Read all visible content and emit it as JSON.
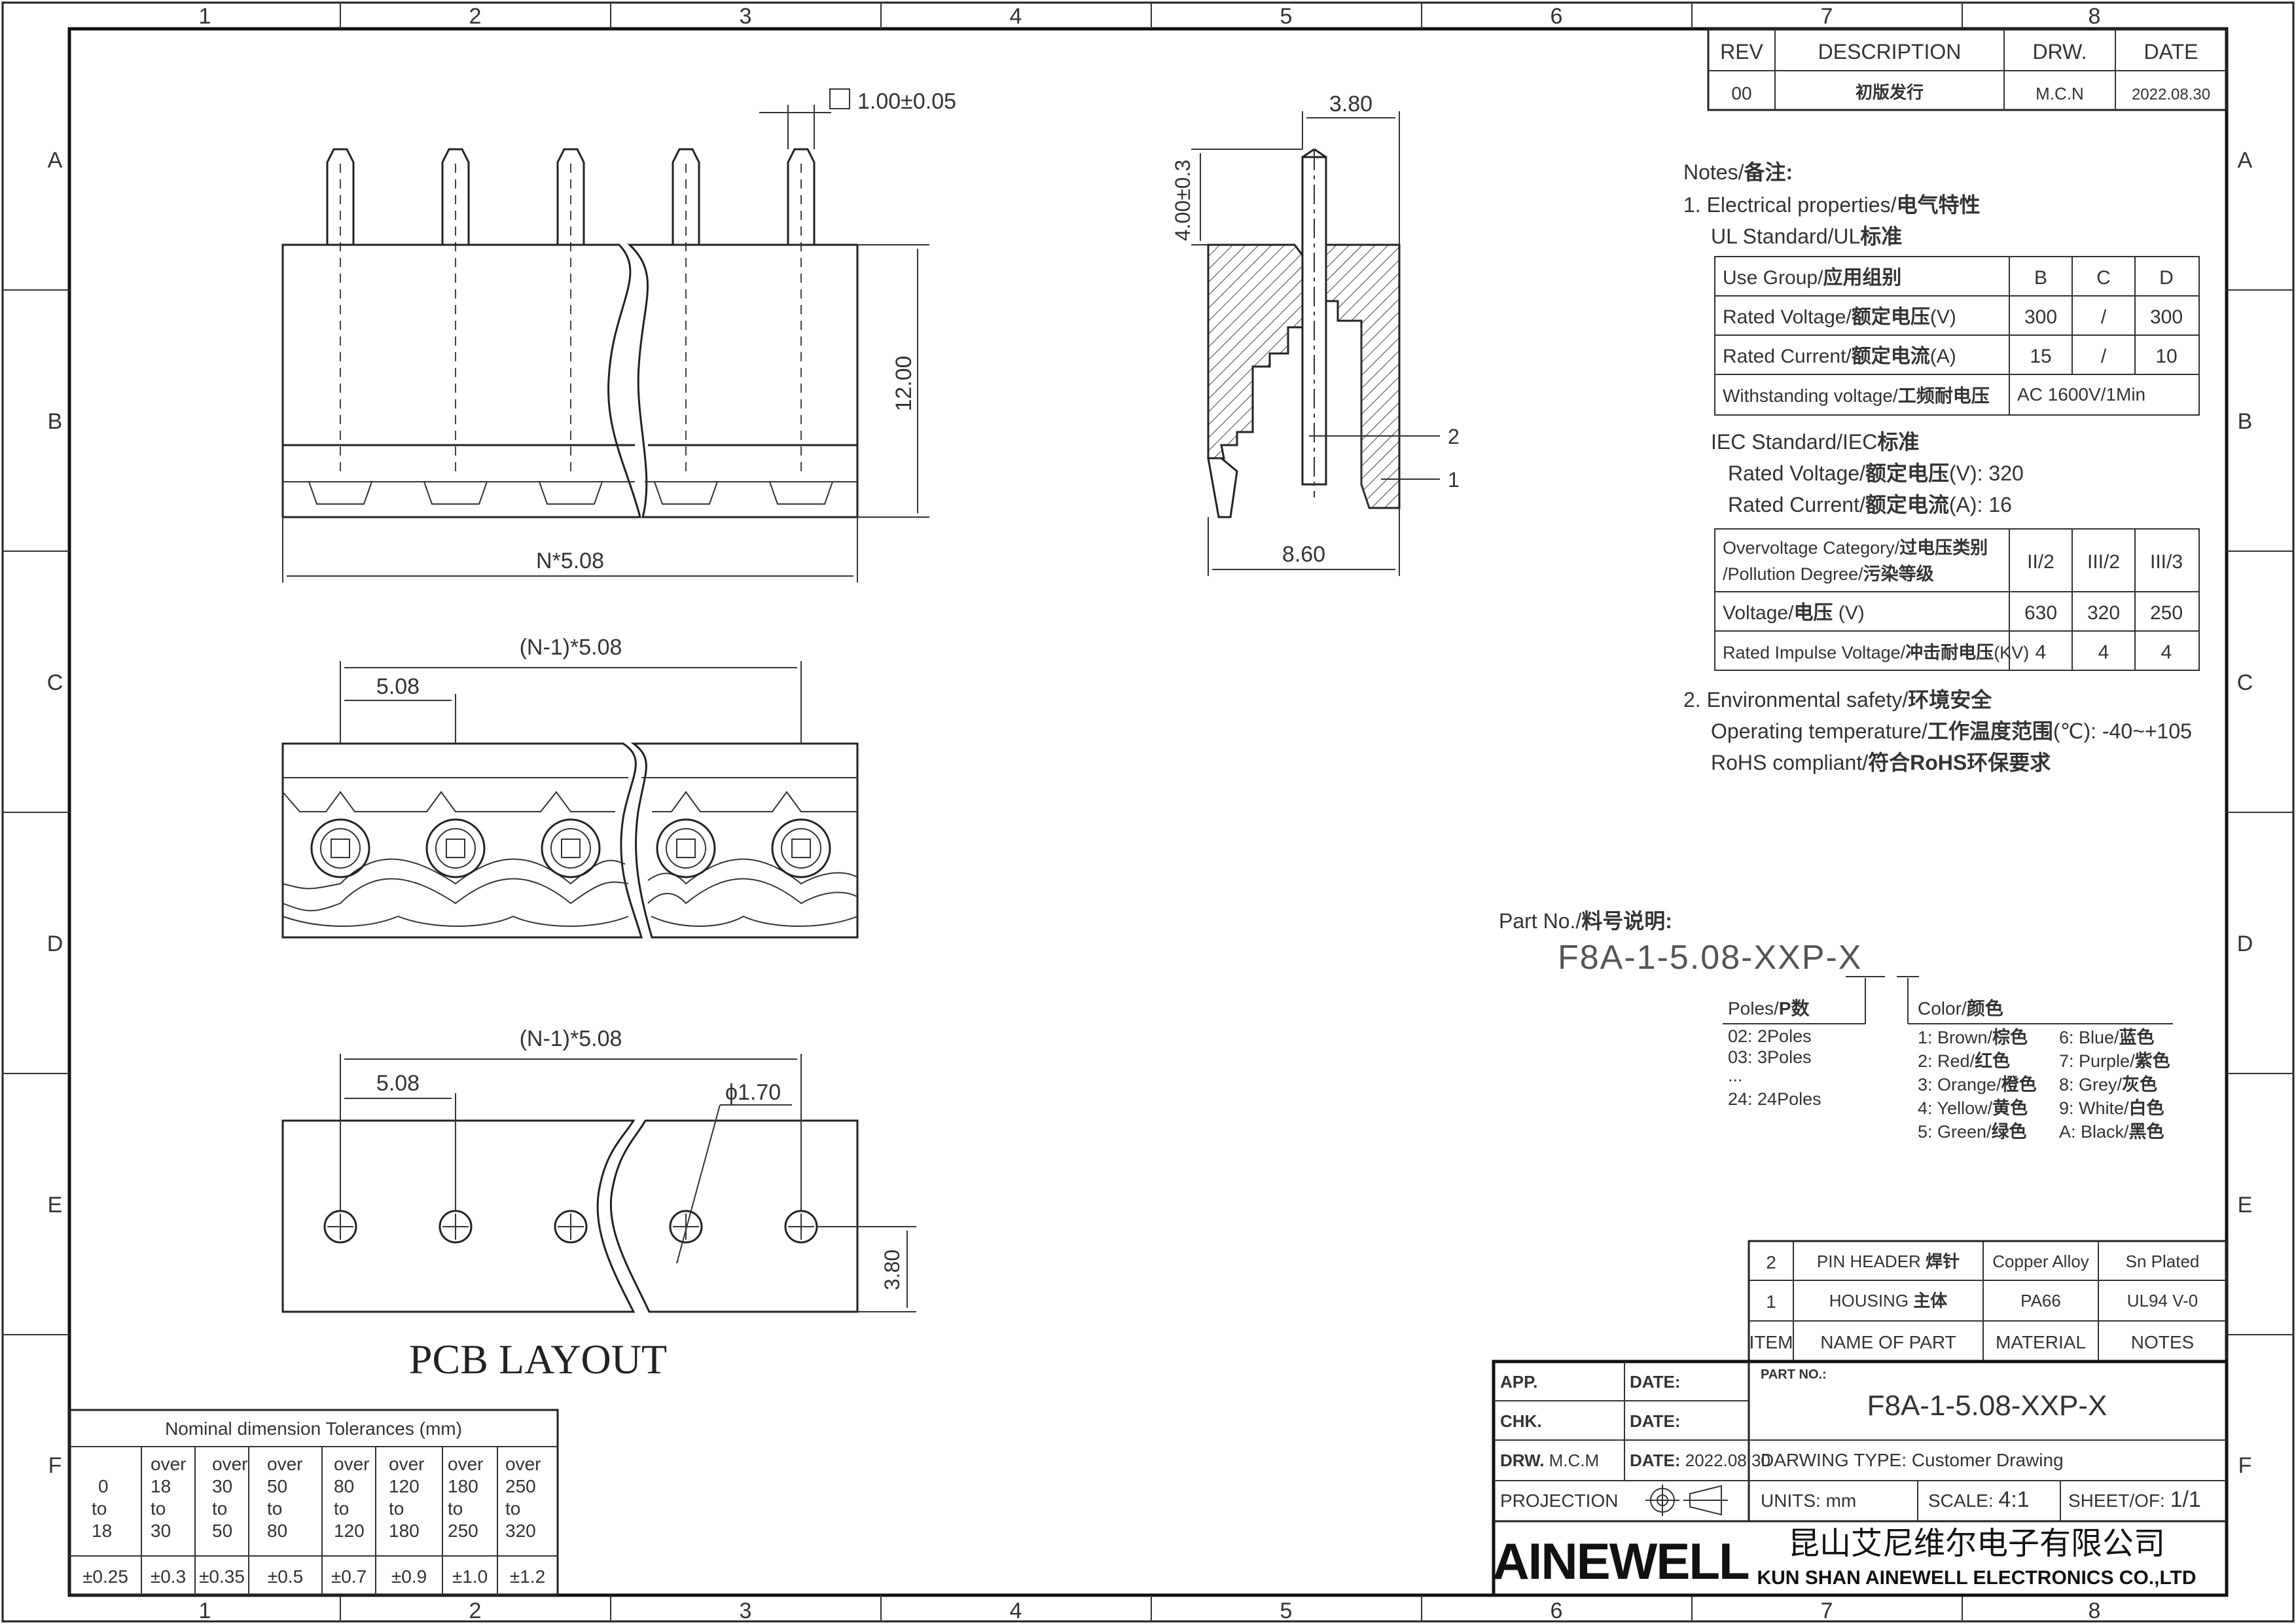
{
  "frame": {
    "columns": [
      "1",
      "2",
      "3",
      "4",
      "5",
      "6",
      "7",
      "8"
    ],
    "rows": [
      "A",
      "B",
      "C",
      "D",
      "E",
      "F"
    ]
  },
  "revision": {
    "headers": [
      "REV",
      "DESCRIPTION",
      "DRW.",
      "DATE"
    ],
    "rows": [
      [
        "00",
        "初版发行",
        "M.C.N",
        "2022.08.30"
      ]
    ]
  },
  "dims": {
    "pin_square": "1.00±0.05",
    "height": "12.00",
    "length": "N*5.08",
    "side_top": "3.80",
    "side_pin": "4.00±0.3",
    "side_width": "8.60",
    "callout_2": "2",
    "callout_1": "1",
    "top_span": "(N-1)*5.08",
    "top_pitch": "5.08",
    "pcb_span": "(N-1)*5.08",
    "pcb_pitch": "5.08",
    "pcb_hole": "ϕ1.70",
    "pcb_row": "3.80"
  },
  "pcb_title": "PCB LAYOUT",
  "notes": {
    "title_en": "Notes/",
    "title_cn": "备注:",
    "s1_en": "1. Electrical properties/",
    "s1_cn": "电气特性",
    "ul_en": "UL Standard/UL",
    "ul_cn": "标准",
    "ul_table": [
      {
        "en": "Use Group/",
        "cn": "应用组别",
        "values": [
          "B",
          "C",
          "D"
        ]
      },
      {
        "en": "Rated Voltage/",
        "cn": "额定电压",
        "unit": "(V)",
        "values": [
          "300",
          "/",
          "300"
        ]
      },
      {
        "en": "Rated Current/",
        "cn": "额定电流",
        "unit": "(A)",
        "values": [
          "15",
          "/",
          "10"
        ]
      },
      {
        "en": "Withstanding voltage/",
        "cn": "工频耐电压",
        "values": [
          "AC 1600V/1Min"
        ]
      }
    ],
    "iec_en": "IEC Standard/IEC",
    "iec_cn": "标准",
    "iec_v_en": "Rated Voltage/",
    "iec_v_cn": "额定电压",
    "iec_v_val": "(V):  320",
    "iec_a_en": "Rated Current/",
    "iec_a_cn": "额定电流",
    "iec_a_val": "(A):   16",
    "iec_table": [
      {
        "en1": "Overvoltage Category/",
        "cn1": "过电压类别",
        "en2": "/Pollution Degree/",
        "cn2": "污染等级",
        "values": [
          "II/2",
          "III/2",
          "III/3"
        ]
      },
      {
        "en": "Voltage/",
        "cn": "电压",
        "unit": " (V)",
        "values": [
          "630",
          "320",
          "250"
        ]
      },
      {
        "en": "Rated Impulse Voltage/",
        "cn": "冲击耐电压",
        "unit": "(KV)",
        "values": [
          "4",
          "4",
          "4"
        ]
      }
    ],
    "s2_en": "2. Environmental safety/",
    "s2_cn": "环境安全",
    "temp_en": "Operating temperature/",
    "temp_cn": "工作温度范围",
    "temp_val": "(℃):  -40~+105",
    "rohs_en": "RoHS compliant/",
    "rohs_cn": "符合RoHS环保要求"
  },
  "partno": {
    "label_en": "Part No./",
    "label_cn": "料号说明:",
    "code": "F8A-1-5.08-XXP-X",
    "poles_en": "Poles/",
    "poles_cn": "P数",
    "poles": [
      "02: 2Poles",
      "03: 3Poles",
      "...",
      "24: 24Poles"
    ],
    "color_en": "Color/",
    "color_cn": "颜色",
    "colors": [
      {
        "en": "1: Brown/",
        "cn": "棕色"
      },
      {
        "en": "2: Red/",
        "cn": "红色"
      },
      {
        "en": "3: Orange/",
        "cn": "橙色"
      },
      {
        "en": "4: Yellow/",
        "cn": "黄色"
      },
      {
        "en": "5: Green/",
        "cn": "绿色"
      },
      {
        "en": "6: Blue/",
        "cn": "蓝色"
      },
      {
        "en": "7: Purple/",
        "cn": "紫色"
      },
      {
        "en": "8: Grey/",
        "cn": "灰色"
      },
      {
        "en": "9: White/",
        "cn": "白色"
      },
      {
        "en": "A: Black/",
        "cn": "黑色"
      }
    ]
  },
  "bom": {
    "rows": [
      [
        "2",
        "PIN HEADER",
        "焊针",
        "Copper Alloy",
        "Sn Plated"
      ],
      [
        "1",
        "HOUSING",
        "主体",
        "PA66",
        "UL94 V-0"
      ]
    ],
    "headers": [
      "ITEM",
      "NAME OF PART",
      "MATERIAL",
      "NOTES"
    ]
  },
  "title_block": {
    "app": "APP.",
    "chk": "CHK.",
    "drw": "DRW.",
    "drw_name": "M.C.M",
    "date": "DATE:",
    "drw_date": "2022.08.30",
    "projection": "PROJECTION",
    "partno_label": "PART NO.:",
    "partno": "F8A-1-5.08-XXP-X",
    "drawing_type_label": "DARWING TYPE:",
    "drawing_type": "Customer Drawing",
    "units_label": "UNITS:",
    "units": "mm",
    "scale_label": "SCALE:",
    "scale": "4:1",
    "sheet_label": "SHEET/OF:",
    "sheet": "1/1",
    "logo": "AINEWELL",
    "company_cn": "昆山艾尼维尔电子有限公司",
    "company_en": "KUN SHAN AINEWELL ELECTRONICS CO.,LTD"
  },
  "tolerance": {
    "title": "Nominal  dimension  Tolerances  (mm)",
    "ranges": [
      [
        "0",
        "to",
        "18"
      ],
      [
        "over",
        "18",
        "to",
        "30"
      ],
      [
        "over",
        "30",
        "to",
        "50"
      ],
      [
        "over",
        "50",
        "to",
        "80"
      ],
      [
        "over",
        "80",
        "to",
        "120"
      ],
      [
        "over",
        "120",
        "to",
        "180"
      ],
      [
        "over",
        "180",
        "to",
        "250"
      ],
      [
        "over",
        "250",
        "to",
        "320"
      ]
    ],
    "values": [
      "±0.25",
      "±0.3",
      "±0.35",
      "±0.5",
      "±0.7",
      "±0.9",
      "±1.0",
      "±1.2"
    ]
  }
}
